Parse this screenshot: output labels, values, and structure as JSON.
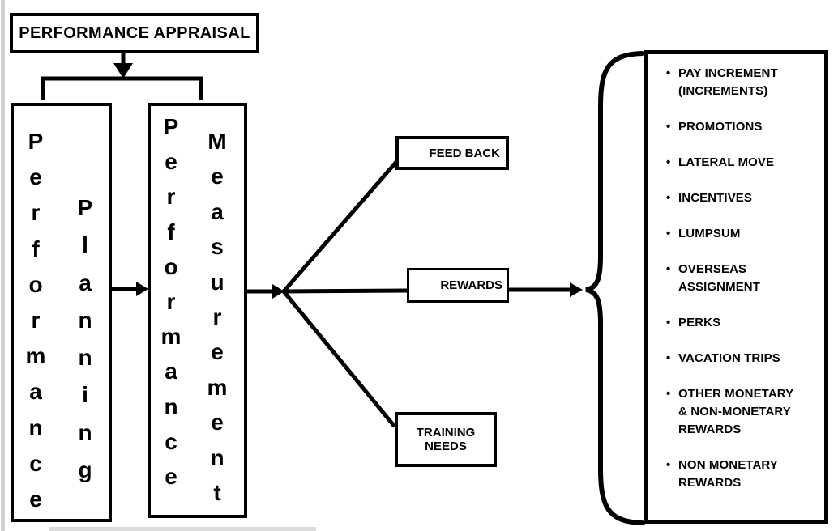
{
  "diagram": {
    "title": "PERFORMANCE APPRAISAL",
    "left_box": {
      "word1": "Performance",
      "word2": "Planning"
    },
    "right_box": {
      "word1": "Performance",
      "word2": "Measurement"
    },
    "outputs": {
      "feedback": "FEED BACK",
      "rewards": "REWARDS",
      "training_needs": "TRAINING\nNEEDS"
    },
    "rewards_list": [
      [
        "PAY INCREMENT",
        "(INCREMENTS)"
      ],
      [
        "PROMOTIONS"
      ],
      [
        "LATERAL MOVE"
      ],
      [
        "INCENTIVES"
      ],
      [
        "LUMPSUM"
      ],
      [
        "OVERSEAS",
        "ASSIGNMENT"
      ],
      [
        "PERKS"
      ],
      [
        "VACATION TRIPS"
      ],
      [
        "OTHER MONETARY",
        "& NON-MONETARY",
        "REWARDS"
      ],
      [
        "NON MONETARY",
        "REWARDS"
      ]
    ],
    "colors": {
      "line": "#000000",
      "background": "#ffffff",
      "page_edge": "#d2d2d2"
    }
  }
}
